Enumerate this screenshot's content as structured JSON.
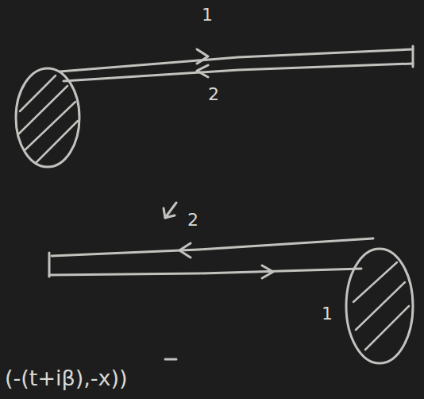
{
  "diagram": {
    "labels": [
      "1",
      "2",
      "2",
      "1",
      "(-(t+iβ),-x))"
    ]
  }
}
